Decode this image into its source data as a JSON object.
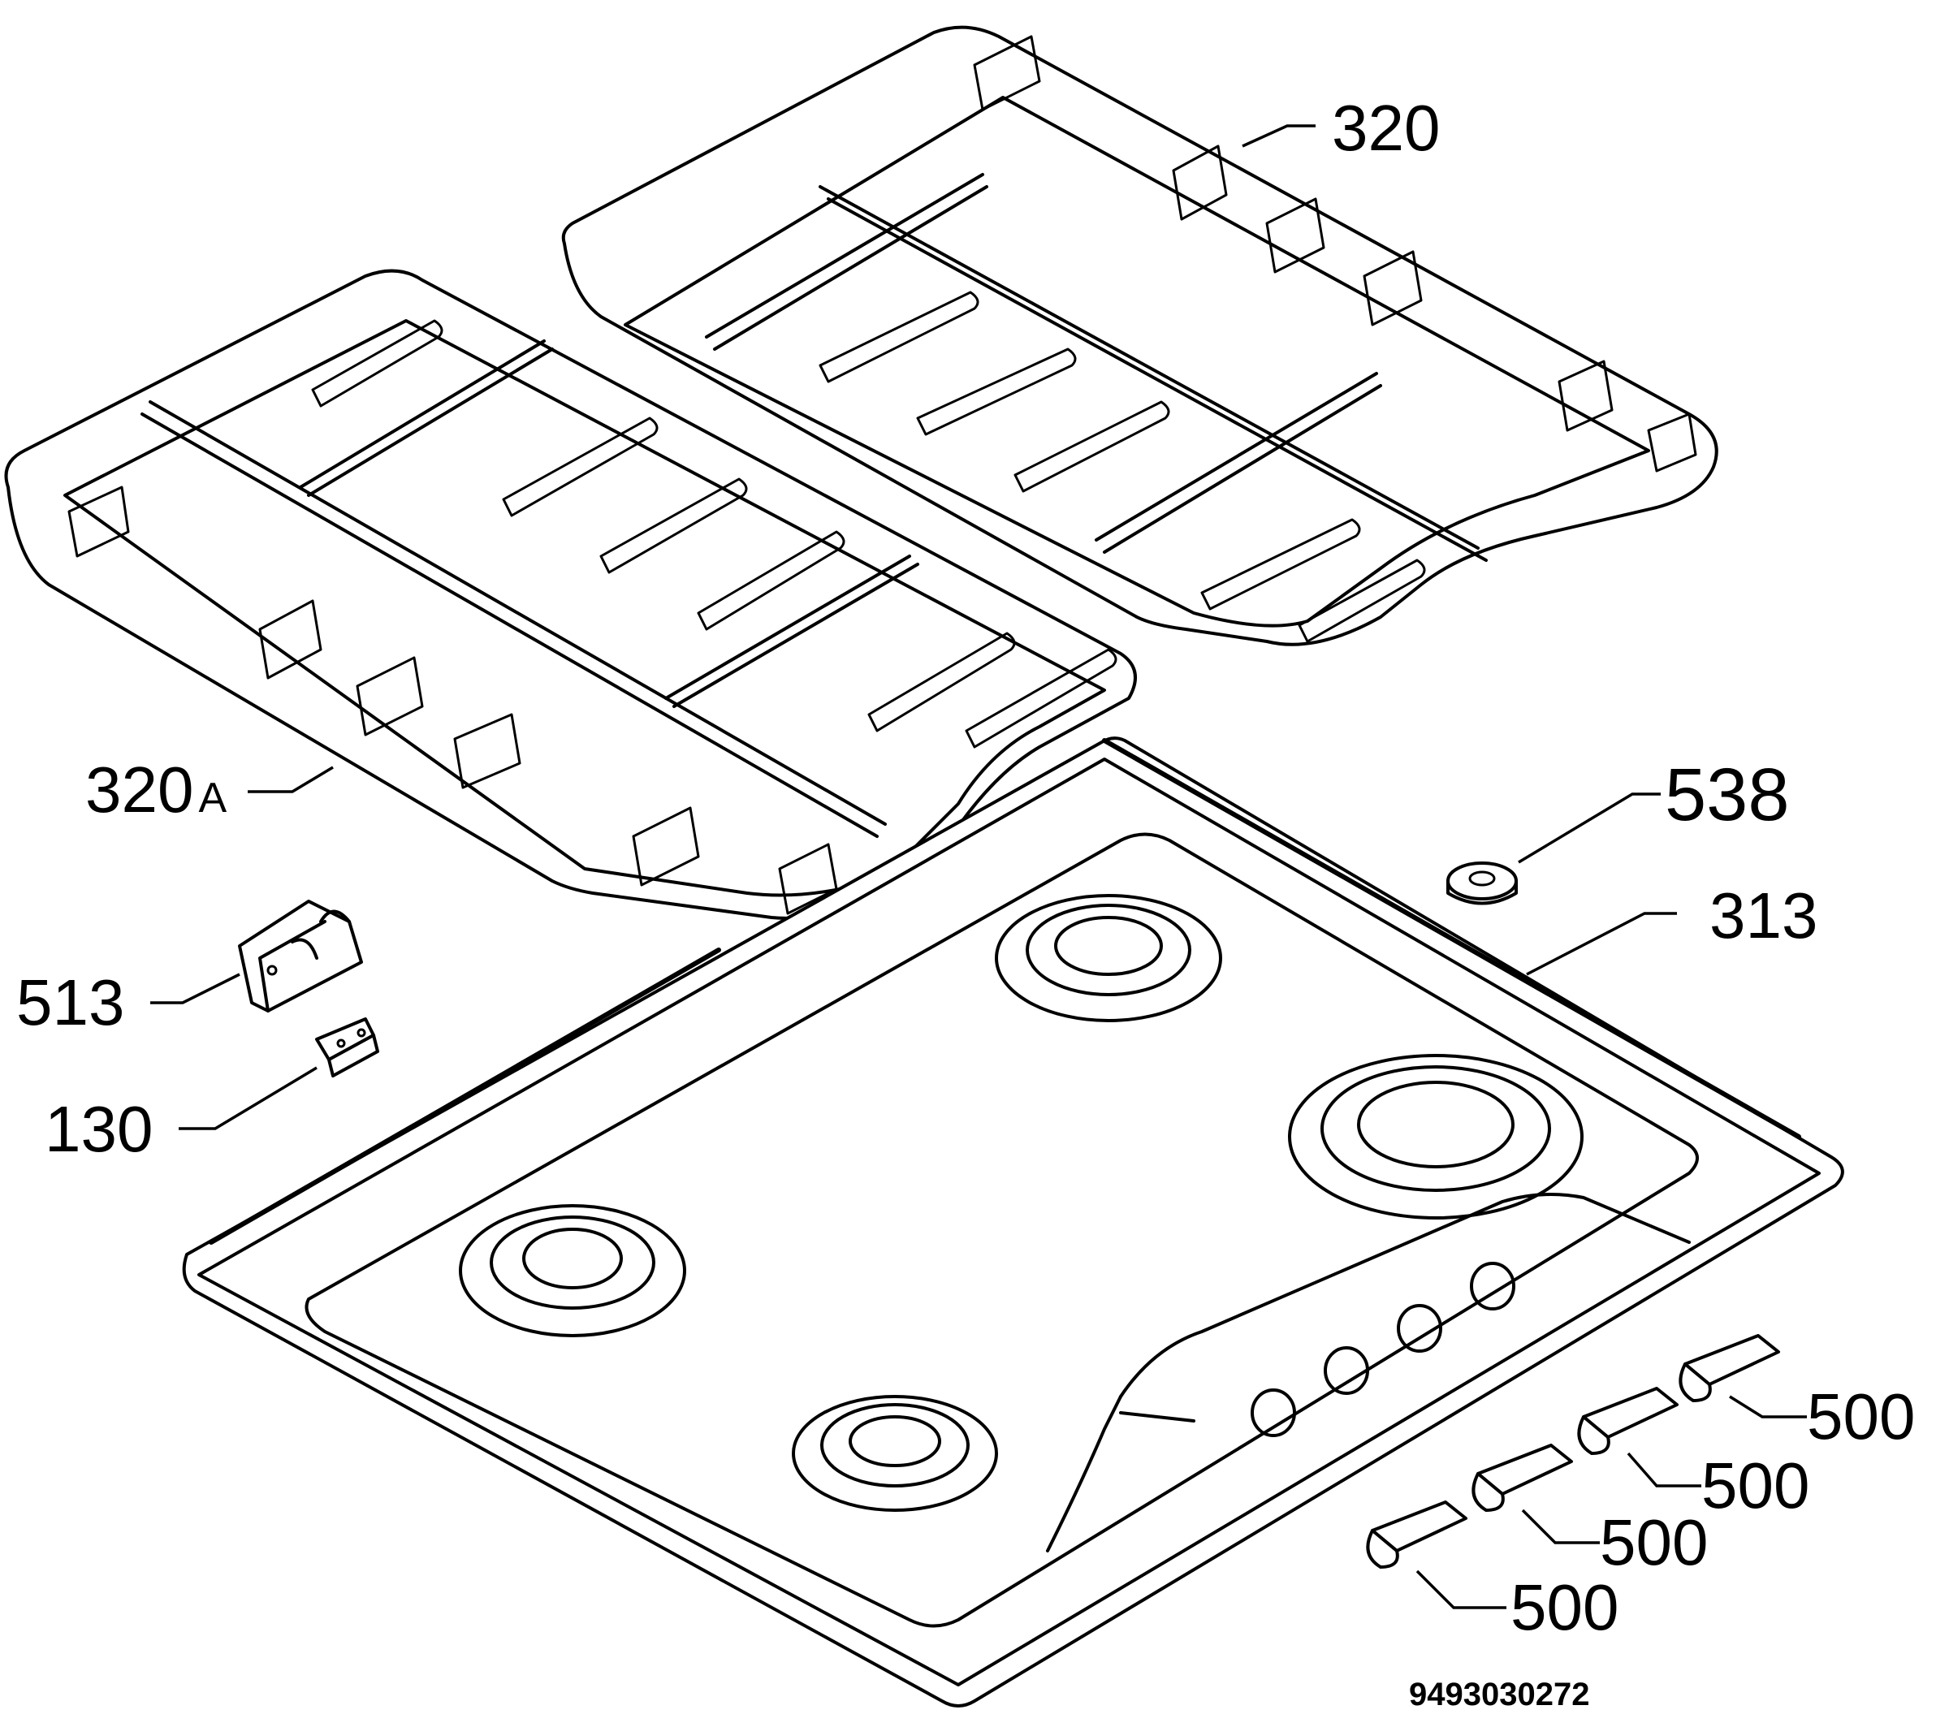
{
  "labels": {
    "p320": "320",
    "p320a_num": "320",
    "p320a_suffix": "A",
    "p538": "538",
    "p313": "313",
    "p513": "513",
    "p130": "130",
    "p500_1": "500",
    "p500_2": "500",
    "p500_3": "500",
    "p500_4": "500"
  },
  "drawing_code": "9493030272"
}
